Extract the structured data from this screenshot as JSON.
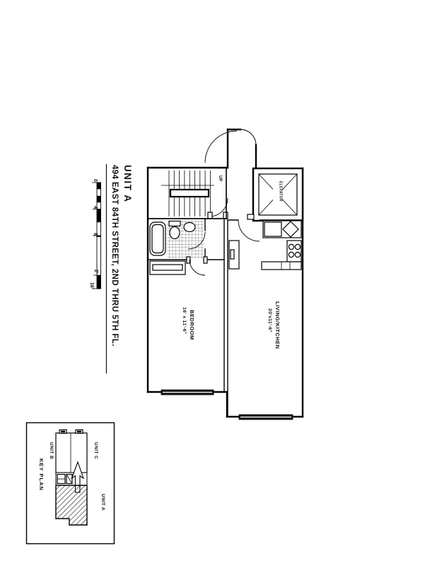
{
  "title": {
    "unit": "UNIT A",
    "address": "494 EAST 84TH STREET, 2ND THRU 5TH FL."
  },
  "scale_bar": {
    "t0": "0",
    "t4": "4'",
    "t8": "8'",
    "t2": "2'",
    "t16": "16'"
  },
  "plan": {
    "stairs": {
      "up_label": "UP"
    },
    "elevator": {
      "label": "ELEVATOR"
    },
    "bedroom": {
      "name": "BEDROOM",
      "dimensions": "16' x 11'-6\""
    },
    "living": {
      "name": "LIVING/KITCHEN",
      "dimensions": "20'x11'-6\""
    }
  },
  "key_plan": {
    "title": "KEY PLAN",
    "unit_a": "UNIT A",
    "unit_b": "UNIT B",
    "unit_c": "UNIT C"
  },
  "colors": {
    "line": "#000000",
    "background": "#ffffff",
    "window_fill": "#1a1a1a"
  }
}
